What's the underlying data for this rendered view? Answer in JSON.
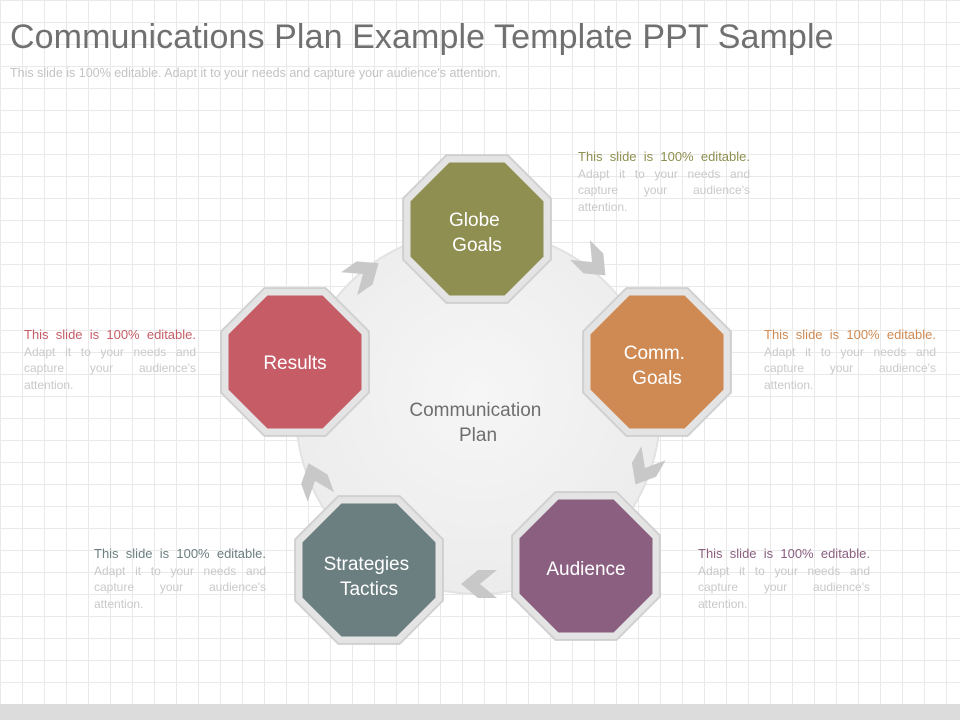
{
  "slide": {
    "title": "Communications Plan Example Template PPT Sample",
    "subtitle": "This slide is 100% editable. Adapt it to your needs and capture your audience's attention."
  },
  "diagram": {
    "center_label": [
      "Communication",
      "Plan"
    ],
    "nodes": [
      {
        "id": "globe-goals",
        "lines": [
          "Globe",
          "Goals"
        ],
        "color": "#8e8f50"
      },
      {
        "id": "comm-goals",
        "lines": [
          "Comm.",
          "Goals"
        ],
        "color": "#cf8a54"
      },
      {
        "id": "audience",
        "lines": [
          "Audience"
        ],
        "color": "#8a5f80"
      },
      {
        "id": "strategies-tactics",
        "lines": [
          "Strategies",
          "Tactics"
        ],
        "color": "#6b7e80"
      },
      {
        "id": "results",
        "lines": [
          "Results"
        ],
        "color": "#c55c66"
      }
    ],
    "arrow_color": "#c8c8c8"
  },
  "descriptions": [
    {
      "id": "globe-goals",
      "lead": "This slide is 100% editable.",
      "rest": " Adapt it to your needs and capture your audience's attention.",
      "lead_color": "#8e8f50"
    },
    {
      "id": "comm-goals",
      "lead": "This slide is 100% editable.",
      "rest": " Adapt it to your needs and capture your audience's attention.",
      "lead_color": "#cf8a54"
    },
    {
      "id": "audience",
      "lead": "This slide is 100% editable.",
      "rest": " Adapt it to your needs and capture your audience's attention.",
      "lead_color": "#8a5f80"
    },
    {
      "id": "strategies-tactics",
      "lead": "This slide is 100% editable.",
      "rest": " Adapt it to your needs and capture your audience's attention.",
      "lead_color": "#6b7e80"
    },
    {
      "id": "results",
      "lead": "This slide is 100% editable.",
      "rest": " Adapt it to your needs and capture your audience's attention.",
      "lead_color": "#c55c66"
    }
  ]
}
